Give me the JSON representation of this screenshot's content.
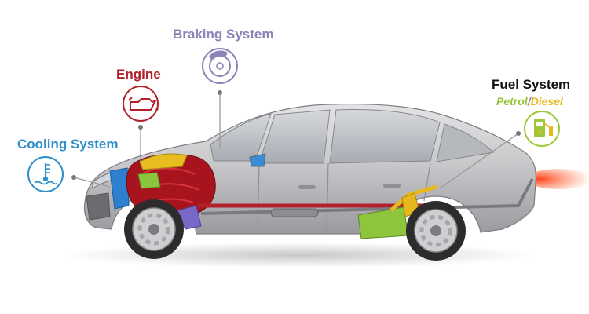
{
  "labels": {
    "braking": "Braking System",
    "engine": "Engine",
    "cooling": "Cooling System",
    "fuel": "Fuel System",
    "petrol": "Petrol",
    "slash": "/",
    "diesel": "Diesel"
  },
  "icons": {
    "braking": "brake-disc-icon",
    "engine": "oil-can-icon",
    "cooling": "coolant-temperature-icon",
    "fuel": "fuel-pump-icon"
  },
  "colors": {
    "braking": "#8a84b8",
    "engine": "#b3202a",
    "cooling": "#2f8fc9",
    "fuel_title": "#111111",
    "petrol": "#98c43a",
    "diesel": "#e8b81c",
    "fuel_icon": "#9cc93c"
  }
}
